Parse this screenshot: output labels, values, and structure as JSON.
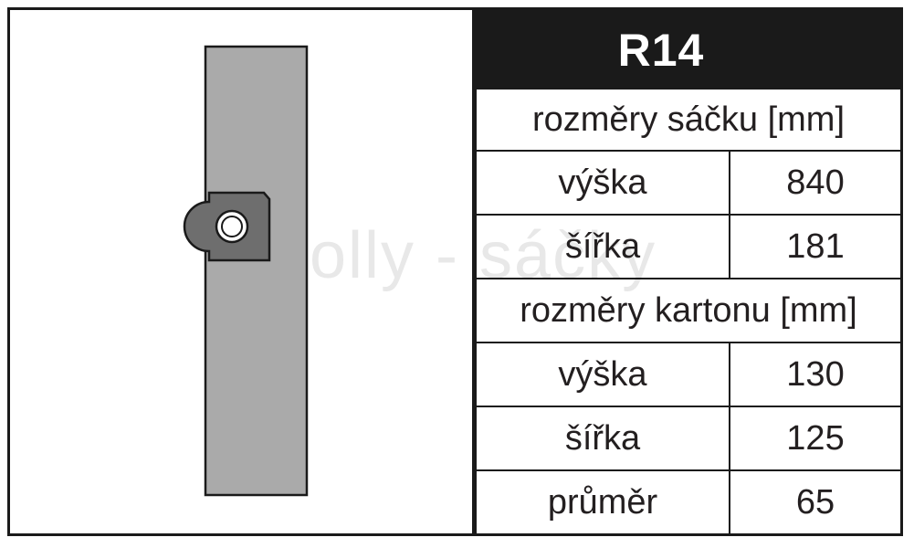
{
  "title": "R14",
  "watermark": "Jolly - sáčky",
  "sections": [
    {
      "header": "rozměry sáčku [mm]",
      "rows": [
        {
          "label": "výška",
          "value": "840"
        },
        {
          "label": "šířka",
          "value": "181"
        }
      ]
    },
    {
      "header": "rozměry kartonu [mm]",
      "rows": [
        {
          "label": "výška",
          "value": "130"
        },
        {
          "label": "šířka",
          "value": "125"
        },
        {
          "label": "průměr",
          "value": "65"
        }
      ]
    }
  ],
  "colors": {
    "frame": "#1a1a1a",
    "bag_fill": "#aaaaaa",
    "collar_fill": "#6e6e6e",
    "title_text": "#ffffff"
  },
  "icons": {
    "bag": "vacuum-bag-icon",
    "collar": "bag-collar-icon"
  }
}
